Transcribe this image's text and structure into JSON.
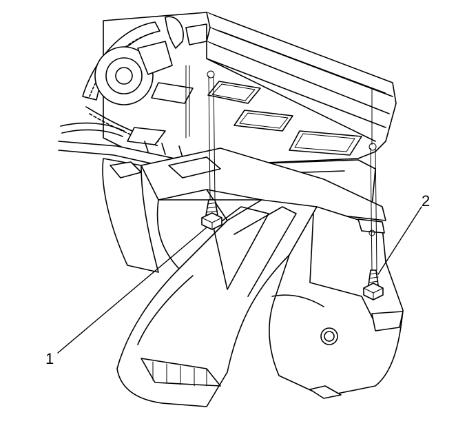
{
  "callouts": [
    {
      "id": "1",
      "label": "1"
    },
    {
      "id": "2",
      "label": "2"
    }
  ],
  "colors": {
    "line": "#000000",
    "fill": "#ffffff",
    "background": "#ffffff"
  }
}
